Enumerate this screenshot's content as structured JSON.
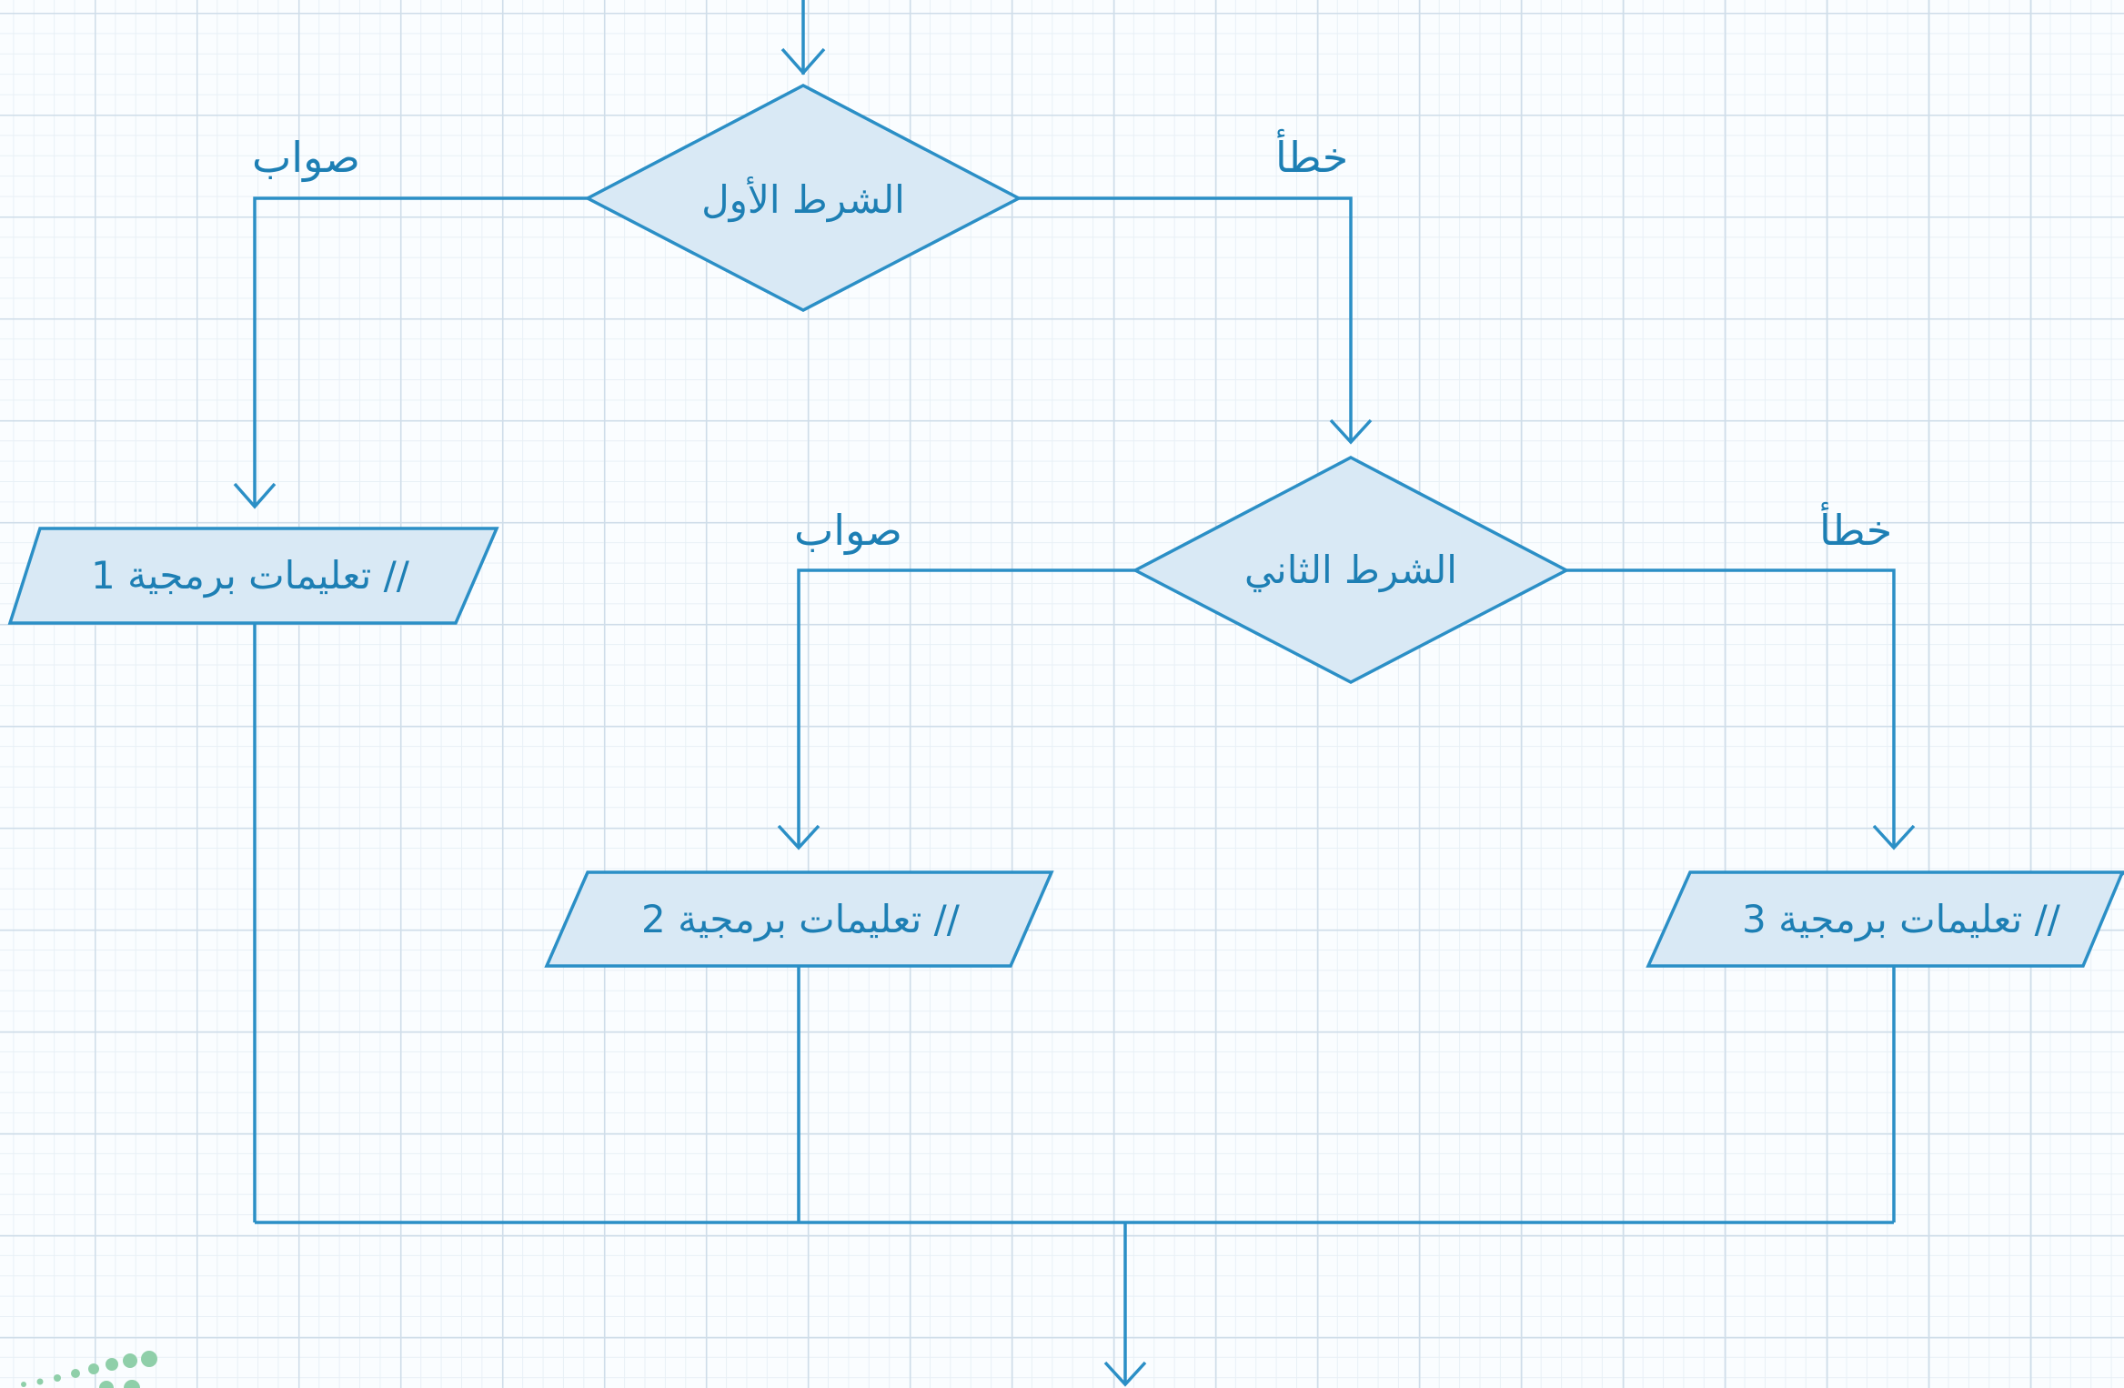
{
  "colors": {
    "stroke": "#2b8fc6",
    "shape_fill": "#d9e9f5",
    "text": "#1d7fb4",
    "logo_dots": "#8fcfa9"
  },
  "diagram": {
    "condition_1": "الشرط الأول",
    "condition_2": "الشرط الثاني",
    "instruction_1": "// تعليمات برمجية 1",
    "instruction_2": "// تعليمات برمجية 2",
    "instruction_3": "// تعليمات برمجية 3",
    "c1_true_label": "صواب",
    "c1_false_label": "خطأ",
    "c2_true_label": "صواب",
    "c2_false_label": "خطأ"
  },
  "logo": {
    "icon": "dots-logo-icon"
  }
}
